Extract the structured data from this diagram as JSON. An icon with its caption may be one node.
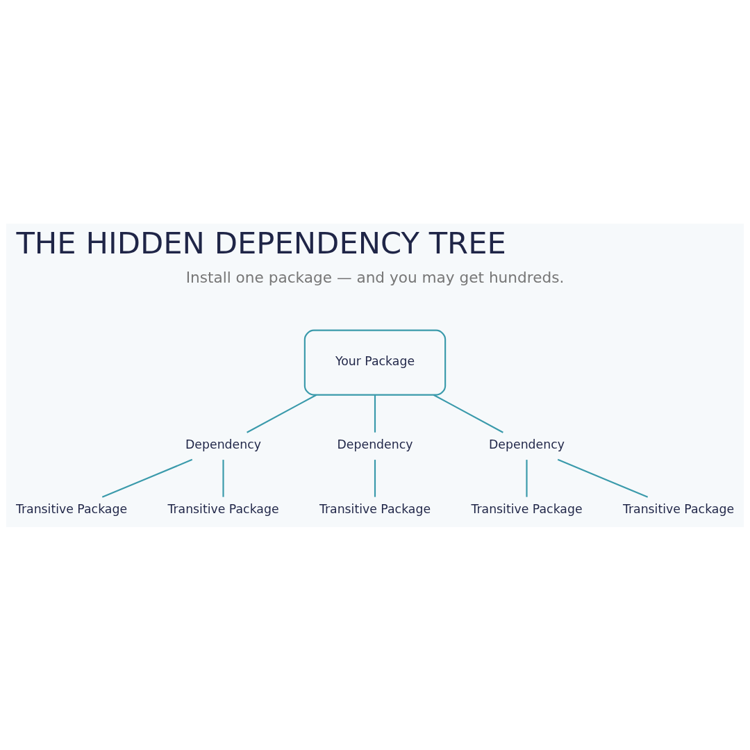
{
  "diagram": {
    "title": "THE HIDDEN DEPENDENCY TREE",
    "nodes": [
      {
        "text": [
          "Your Package"
        ]
      },
      {
        "text": [
          "Dependency"
        ]
      },
      {
        "text": [
          "Dependency"
        ]
      },
      {
        "text": [
          "Dependency"
        ]
      },
      {
        "text": [
          "Transitive Package"
        ]
      },
      {
        "text": [
          "Transitive Package"
        ]
      },
      {
        "text": [
          "Transitive Package"
        ]
      },
      {
        "text": [
          "Transitive Package"
        ]
      },
      {
        "text": [
          "Transitive Package"
        ]
      }
    ],
    "edges": [
      {
        "from": 0,
        "to": 1,
        "arrow": "none"
      },
      {
        "from": 0,
        "to": 2,
        "arrow": "none"
      },
      {
        "from": 0,
        "to": 3,
        "arrow": "none"
      },
      {
        "from": 1,
        "to": 4,
        "arrow": "none"
      },
      {
        "from": 1,
        "to": 5,
        "arrow": "none"
      },
      {
        "from": 2,
        "to": 6,
        "arrow": "none"
      },
      {
        "from": 3,
        "to": 7,
        "arrow": "none"
      },
      {
        "from": 3,
        "to": 8,
        "arrow": "none"
      }
    ],
    "labels": [
      "Install one package — and you may get hundreds."
    ]
  }
}
